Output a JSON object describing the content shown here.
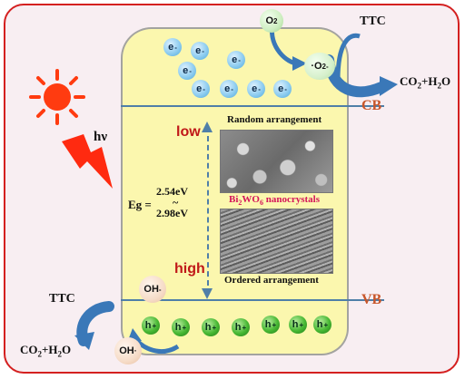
{
  "bands": {
    "cb_label": "CB",
    "vb_label": "VB"
  },
  "gap": {
    "low_label": "low",
    "high_label": "high",
    "eg_prefix": "Eg =",
    "eg_upper": "2.54eV",
    "eg_tilde": "~",
    "eg_lower": "2.98eV"
  },
  "light": {
    "hv_label": "hν"
  },
  "electrons": {
    "symbol": "e",
    "charge": "-"
  },
  "holes": {
    "symbol": "h",
    "charge": "+"
  },
  "reactions": {
    "o2_base": "O",
    "o2_sub": "2",
    "superoxide_dot": "·",
    "superoxide_base": "O",
    "superoxide_sub": "2",
    "superoxide_charge": "-",
    "ttc_top": "TTC",
    "co2_top_base": "CO",
    "co2_top_sub": "2",
    "co2_top_rest": "+H",
    "co2_top_sub2": "2",
    "co2_top_end": "O",
    "ttc_bottom": "TTC",
    "co2_bottom_base": "CO",
    "co2_bottom_sub": "2",
    "co2_bottom_rest": "+H",
    "co2_bottom_sub2": "2",
    "co2_bottom_end": "O",
    "oh_minus_base": "OH",
    "oh_minus_charge": "-",
    "oh_radical_base": "OH",
    "oh_radical_dot": "·"
  },
  "micrographs": {
    "top_caption": "Random arrangement",
    "middle_pre": "Bi",
    "middle_sub1": "2",
    "middle_mid": "WO",
    "middle_sub2": "6",
    "middle_post": " nanocrystals",
    "bottom_caption": "Ordered arrangement"
  },
  "colors": {
    "frame": "#d42020",
    "band_fill": "#fbf7ae",
    "band_line": "#4f7fa8",
    "level_text": "#c8562a",
    "low_high_text": "#c01818",
    "arrow_blue": "#3a78b8",
    "sun": "#ff3b10",
    "nano_label": "#d4145a"
  }
}
